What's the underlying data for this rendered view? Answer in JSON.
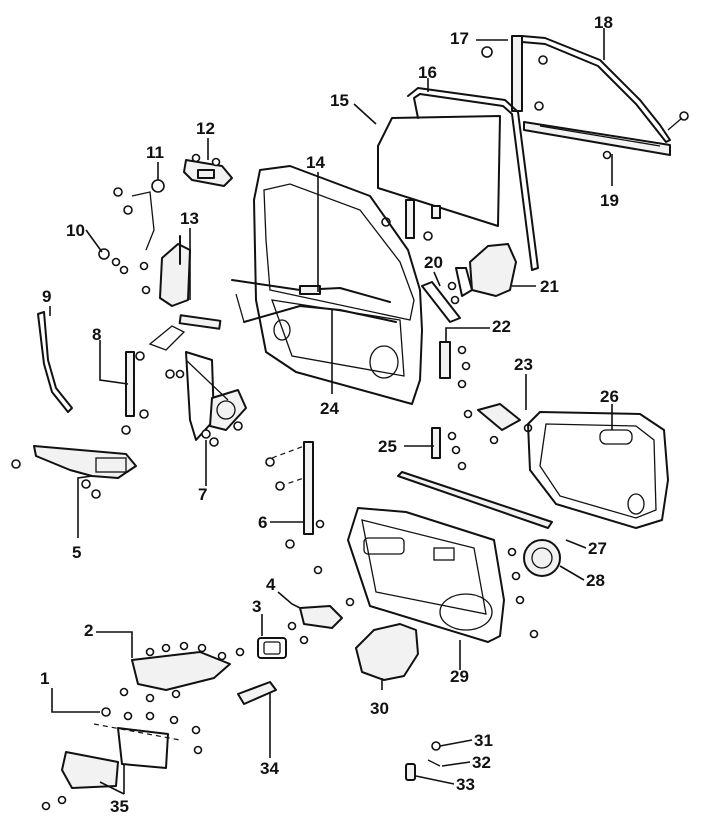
{
  "labels": {
    "l1": "1",
    "l2": "2",
    "l3": "3",
    "l4": "4",
    "l5": "5",
    "l6": "6",
    "l7": "7",
    "l8": "8",
    "l9": "9",
    "l10": "10",
    "l11": "11",
    "l12": "12",
    "l13": "13",
    "l14": "14",
    "l15": "15",
    "l16": "16",
    "l17": "17",
    "l18": "18",
    "l19": "19",
    "l20": "20",
    "l21": "21",
    "l22": "22",
    "l23": "23",
    "l24": "24",
    "l25": "25",
    "l26": "26",
    "l27": "27",
    "l28": "28",
    "l29": "29",
    "l30": "30",
    "l31": "31",
    "l32": "32",
    "l33": "33",
    "l34": "34",
    "l35": "35"
  },
  "colors": {
    "line": "#111111",
    "background": "#ffffff",
    "part_fill": "#f2f2f2"
  }
}
